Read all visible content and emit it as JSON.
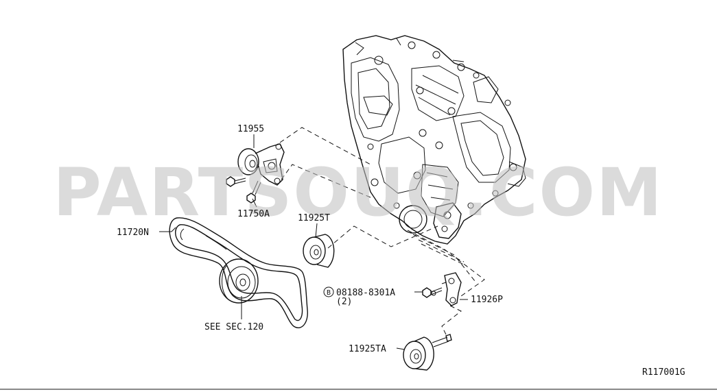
{
  "watermark": "PARTSOUQ.COM",
  "diagram_id": "R117001G",
  "labels": {
    "tensioner": "11955",
    "tensioner_bolt": "11750A",
    "drive_belt": "11720N",
    "idler_pulley_upper": "11925T",
    "idler_pulley_lower": "11925TA",
    "bracket": "11926P",
    "bolt_part": "08188-8301A",
    "bolt_circle": "B",
    "bolt_qty": "(2)",
    "see_section": "SEE SEC.120"
  }
}
